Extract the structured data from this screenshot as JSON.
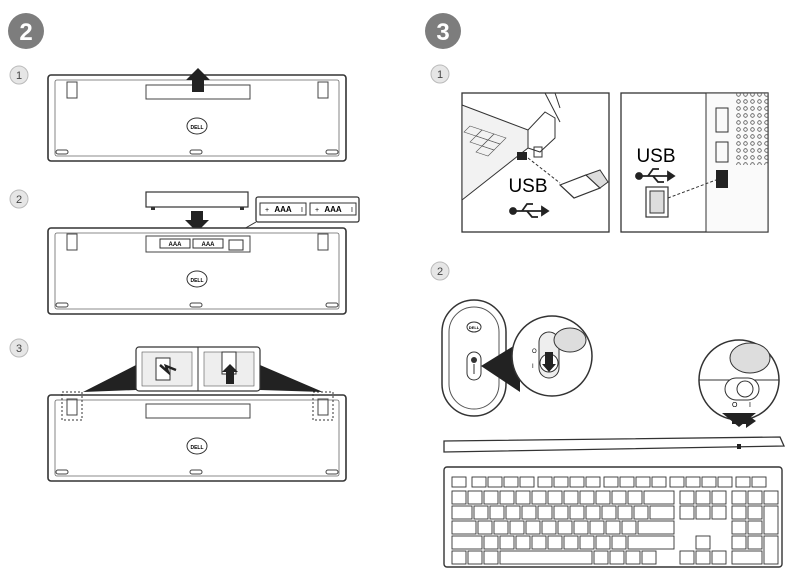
{
  "steps": {
    "step2": {
      "number": "2",
      "substeps": [
        "1",
        "2",
        "3"
      ],
      "battery_labels": [
        "AAA",
        "AAA"
      ],
      "battery_marks": [
        "+",
        "I"
      ],
      "brand": "DELL"
    },
    "step3": {
      "number": "3",
      "substeps": [
        "1",
        "2"
      ],
      "usb_labels": [
        "USB",
        "USB"
      ],
      "switch_marks": [
        "O",
        "I"
      ],
      "brand": "DELL"
    }
  },
  "colors": {
    "badge": "#7d7d7d",
    "substep_circle": "#e0e0e0",
    "line": "#333333",
    "arrow": "#222222"
  }
}
